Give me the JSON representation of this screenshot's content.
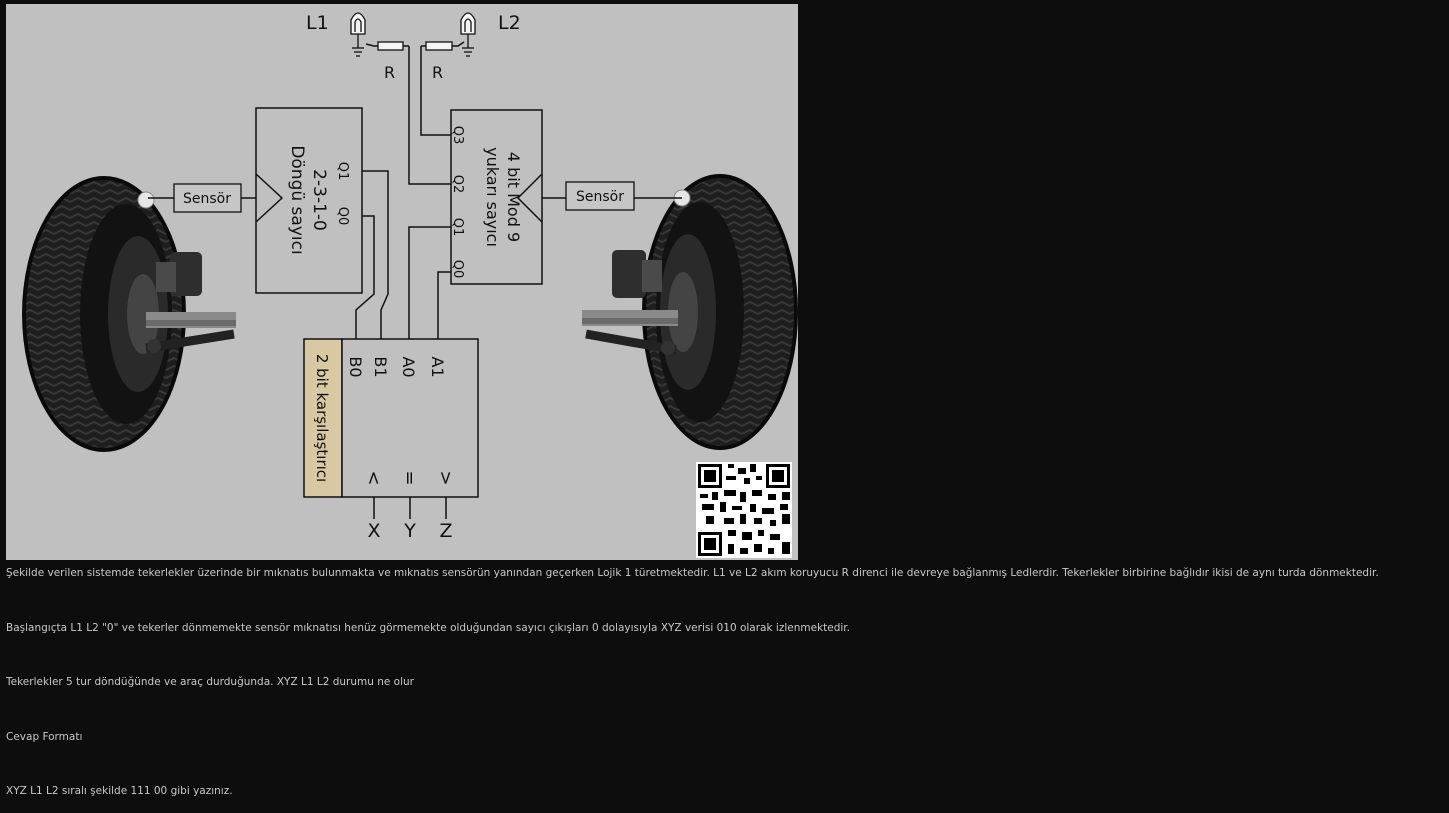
{
  "diagram": {
    "lamps": {
      "l1": "L1",
      "l2": "L2"
    },
    "resistors": {
      "r_left": "R",
      "r_right": "R"
    },
    "sensors": {
      "left": "Sensör",
      "right": "Sensör"
    },
    "cycle_counter": {
      "line1": "2-3-1-0",
      "line2": "Döngü sayıcı",
      "out_q1": "Q1",
      "out_q0": "Q0"
    },
    "mod9_counter": {
      "line1": "4 bit Mod 9",
      "line2": "yukarı sayıcı",
      "out_q3": "Q3",
      "out_q2": "Q2",
      "out_q1": "Q1",
      "out_q0": "Q0"
    },
    "comparator": {
      "label": "2 bit karşılaştırıcı",
      "in_b0": "B0",
      "in_b1": "B1",
      "in_a0": "A0",
      "in_a1": "A1",
      "sym_lt": "<",
      "sym_eq": "=",
      "sym_gt": ">"
    },
    "outputs": {
      "x": "X",
      "y": "Y",
      "z": "Z"
    }
  },
  "text": {
    "p1": "Şekilde verilen sistemde tekerlekler üzerinde bir mıknatıs bulunmakta ve mıknatıs sensörün yanından geçerken Lojik 1 türetmektedir. L1 ve L2 akım koruyucu R direnci ile devreye bağlanmış Ledlerdir. Tekerlekler birbirine bağlıdır ikisi de aynı turda dönmektedir.",
    "p2": "Başlangıçta L1 L2 \"0\" ve tekerler dönmemekte sensör mıknatısı henüz görmemekte olduğundan sayıcı çıkışları 0 dolayısıyla XYZ verisi 010 olarak izlenmektedir.",
    "p3": "Tekerlekler 5 tur döndüğünde ve araç durduğunda. XYZ L1 L2 durumu ne olur",
    "p4": "Cevap Formatı",
    "p5": "XYZ L1 L2 sıralı şekilde 111 00 gibi yazınız."
  },
  "colors": {
    "page_background": "#0d0d0d",
    "diagram_background": "#c0c0c0",
    "comparator_label_fill": "#d9c9a3",
    "text": "#c9c9c9"
  }
}
